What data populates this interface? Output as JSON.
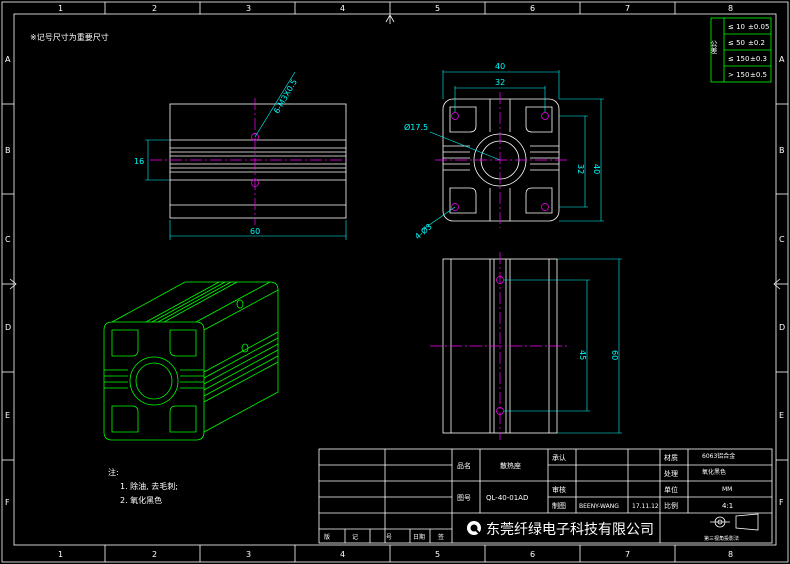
{
  "border_labels": {
    "top": [
      "1",
      "2",
      "3",
      "4",
      "5",
      "6",
      "7",
      "8"
    ],
    "bottom": [
      "1",
      "2",
      "3",
      "4",
      "5",
      "6",
      "7",
      "8"
    ],
    "left": [
      "A",
      "B",
      "C",
      "D",
      "E",
      "F"
    ],
    "right": [
      "A",
      "B",
      "C",
      "D",
      "E",
      "F"
    ]
  },
  "header_note": "※记号尺寸为重要尺寸",
  "tolerance": {
    "side_label": "公差",
    "rows": [
      {
        "range": "≤ 10",
        "tol": "±0.05"
      },
      {
        "range": "≤ 50",
        "tol": "±0.2"
      },
      {
        "range": "≤ 150",
        "tol": "±0.3"
      },
      {
        "range": "> 150",
        "tol": "±0.5"
      }
    ]
  },
  "dimensions": {
    "side_thread": "6-M3X0.5",
    "side_height": "16",
    "side_width": "60",
    "front_outer": "40",
    "front_inner": "32",
    "front_diameter": "Ø17.5",
    "front_holes": "4-Ø3",
    "front_v_inner": "32",
    "front_v_outer": "40",
    "top_spacing": "45",
    "top_length": "60"
  },
  "notes": {
    "title": "注:",
    "items": [
      "1. 除油, 去毛刺;",
      "2. 氧化黑色"
    ]
  },
  "title_block": {
    "part_name_label": "品名",
    "part_name": "散热座",
    "part_no_label": "图号",
    "part_no": "QL-40-01AD",
    "approve_label": "承认",
    "review_label": "审核",
    "draw_label": "制图",
    "drafter": "BEENY-WANG",
    "date": "17.11.12",
    "material_label": "材质",
    "material": "6063铝合金",
    "process_label": "处理",
    "process": "氧化黑色",
    "unit_label": "单位",
    "unit": "MM",
    "scale_label": "比例",
    "scale": "4:1",
    "company": "东莞纤绿电子科技有限公司",
    "projection": "第三视角投影法",
    "revision_headers": [
      "版",
      "记",
      "号",
      "日期",
      "签"
    ]
  }
}
